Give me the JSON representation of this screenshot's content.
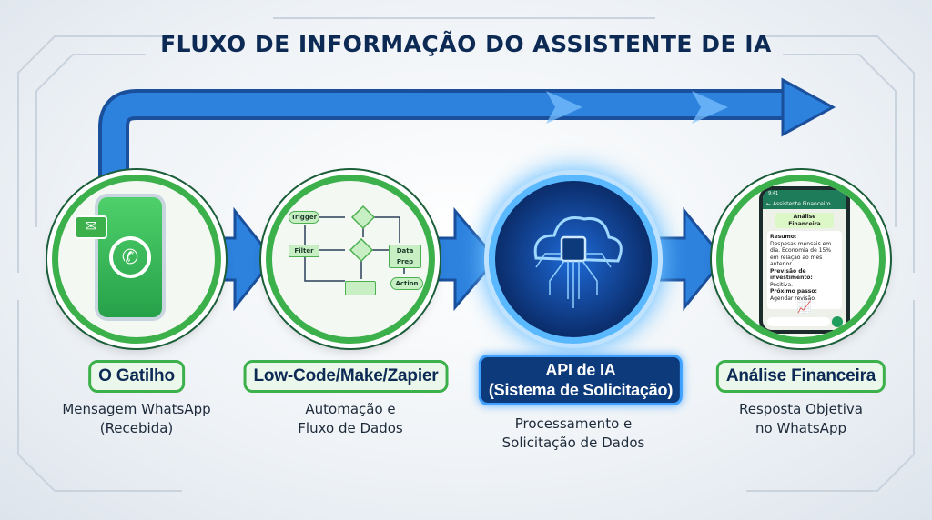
{
  "title": "FLUXO DE INFORMAÇÃO DO ASSISTENTE DE IA",
  "colors": {
    "title": "#0d2a55",
    "green": "#3cb04a",
    "arrow_blue": "#1f6fd0",
    "ai_blue": "#0d3a7a"
  },
  "steps": [
    {
      "label": "O Gatilho",
      "desc1": "Mensagem WhatsApp",
      "desc2": "(Recebida)",
      "icon": "whatsapp-phone-icon"
    },
    {
      "label": "Low-Code/Make/Zapier",
      "desc1": "Automação e",
      "desc2": "Fluxo de Dados",
      "icon": "flowchart-icon",
      "flow_nodes": {
        "trigger": "Trigger",
        "filter": "Filter",
        "data_prep": "Data Prep",
        "action": "Action"
      }
    },
    {
      "label1": "API de IA",
      "label2": "(Sistema de Solicitação)",
      "desc1": "Processamento e",
      "desc2": "Solicitação de Dados",
      "icon": "ai-cloud-chip-icon"
    },
    {
      "label": "Análise Financeira",
      "desc1": "Resposta Objetiva",
      "desc2": "no WhatsApp",
      "icon": "chat-phone-icon",
      "phone": {
        "time": "9:41",
        "contact": "Assistente Financeiro",
        "header": "Análise Financeira",
        "resumo_label": "Resumo:",
        "resumo_text": "Despesas mensais em dia. Economia de 15% em relação ao mês anterior.",
        "previsao_label": "Previsão de investimento:",
        "previsao_text": "Positiva.",
        "proximo_label": "Próximo passo:",
        "proximo_text": "Agendar revisão."
      }
    }
  ]
}
